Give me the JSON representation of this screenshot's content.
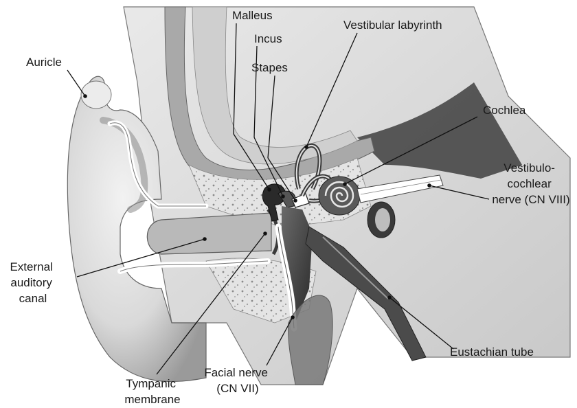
{
  "labels": {
    "auricle": "Auricle",
    "malleus": "Malleus",
    "incus": "Incus",
    "stapes": "Stapes",
    "vestibular_labyrinth": "Vestibular labyrinth",
    "cochlea": "Cochlea",
    "vestibulocochlear_nerve": [
      "Vestibulo-",
      "cochlear",
      "nerve (CN VIII)"
    ],
    "external_auditory_canal": [
      "External",
      "auditory",
      "canal"
    ],
    "eustachian_tube": "Eustachian tube",
    "tympanic_membrane": [
      "Tympanic",
      "membrane"
    ],
    "facial_nerve": [
      "Facial nerve",
      "(CN VII)"
    ]
  }
}
